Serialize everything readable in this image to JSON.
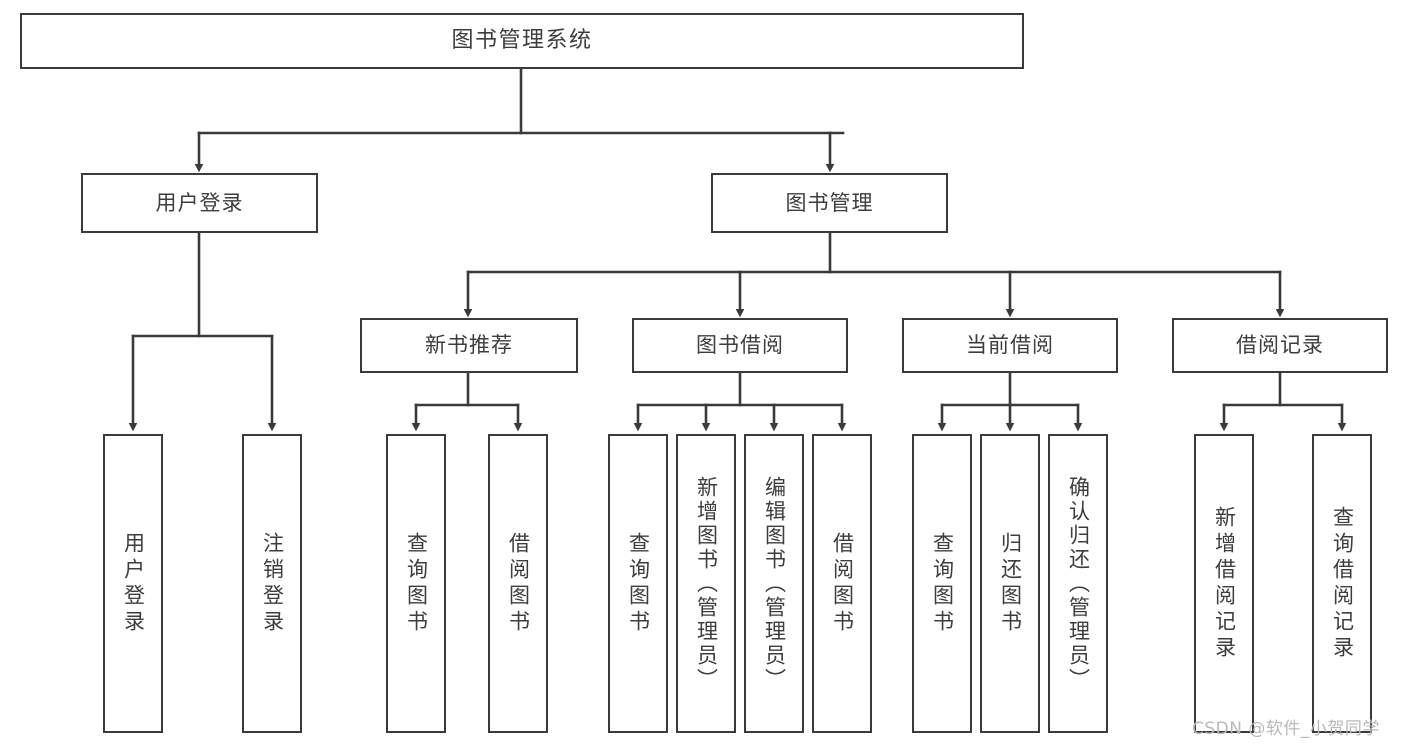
{
  "diagram": {
    "title": "图书管理系统",
    "type": "hierarchy-tree",
    "watermark": "CSDN @软件_小贺同学",
    "colors": {
      "box_border": "#3a3a3a",
      "box_fill": "#ffffff",
      "connector": "#3a3a3a",
      "text": "#3d3d3d",
      "watermark": "#b9b9b9",
      "background": "#ffffff"
    }
  },
  "nodes": {
    "root": {
      "label": "图书管理系统"
    },
    "level2": [
      {
        "label": "用户登录"
      },
      {
        "label": "图书管理"
      }
    ],
    "level3": [
      {
        "label": "新书推荐"
      },
      {
        "label": "图书借阅"
      },
      {
        "label": "当前借阅"
      },
      {
        "label": "借阅记录"
      }
    ],
    "leaves": {
      "user_login": [
        {
          "label": "用户登录"
        },
        {
          "label": "注销登录"
        }
      ],
      "new_book_recommend": [
        {
          "label": "查询图书"
        },
        {
          "label": "借阅图书"
        }
      ],
      "book_borrow": [
        {
          "label": "查询图书"
        },
        {
          "label": "新增图书（管理员）"
        },
        {
          "label": "编辑图书（管理员）"
        },
        {
          "label": "借阅图书"
        }
      ],
      "current_borrow": [
        {
          "label": "查询图书"
        },
        {
          "label": "归还图书"
        },
        {
          "label": "确认归还（管理员）"
        }
      ],
      "borrow_record": [
        {
          "label": "新增借阅记录"
        },
        {
          "label": "查询借阅记录"
        }
      ]
    }
  }
}
